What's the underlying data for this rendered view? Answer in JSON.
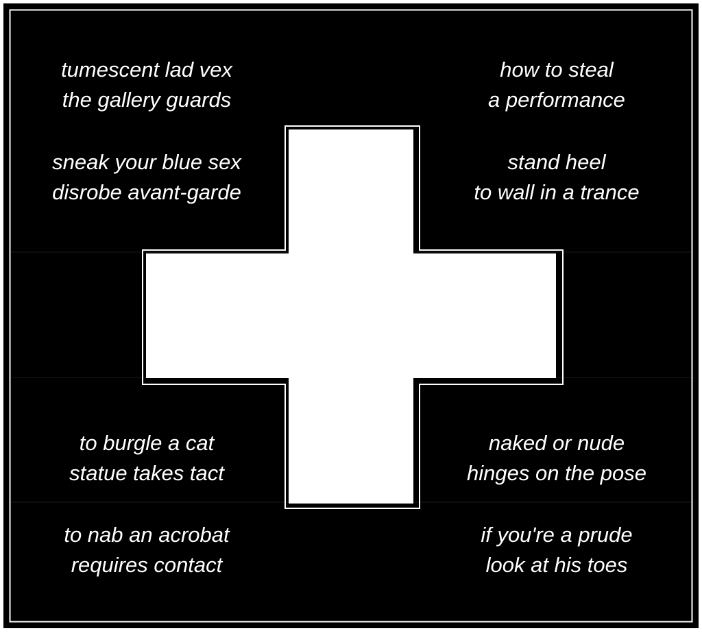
{
  "colors": {
    "background": "#000000",
    "text": "#ffffff",
    "cross": "#ffffff"
  },
  "stanzas": [
    {
      "lines": [
        "tumescent lad vex",
        "the gallery guards"
      ]
    },
    {
      "lines": [
        "how to steal",
        "a performance"
      ]
    },
    {
      "lines": [
        "sneak your blue sex",
        "disrobe avant-garde"
      ]
    },
    {
      "lines": [
        "stand heel",
        "to wall in a trance"
      ]
    },
    {
      "lines": [
        "to burgle a cat",
        "statue takes tact"
      ]
    },
    {
      "lines": [
        "naked or nude",
        "hinges on the pose"
      ]
    },
    {
      "lines": [
        "to nab an acrobat",
        "requires contact"
      ]
    },
    {
      "lines": [
        "if you're a prude",
        "look at his toes"
      ]
    }
  ]
}
